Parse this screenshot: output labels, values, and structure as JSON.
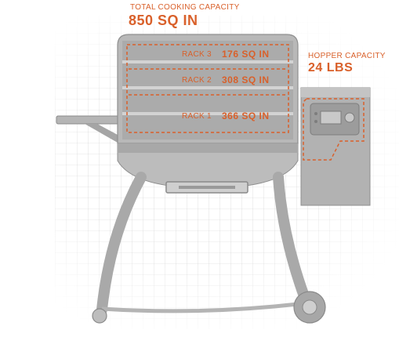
{
  "accent_color": "#d9602a",
  "total": {
    "label": "TOTAL COOKING CAPACITY",
    "value": "850 SQ IN"
  },
  "racks": [
    {
      "label": "RACK 3",
      "value": "176 SQ IN"
    },
    {
      "label": "RACK 2",
      "value": "308 SQ IN"
    },
    {
      "label": "RACK 1",
      "value": "366 SQ IN"
    }
  ],
  "hopper": {
    "label": "HOPPER CAPACITY",
    "value": "24 LBS"
  }
}
